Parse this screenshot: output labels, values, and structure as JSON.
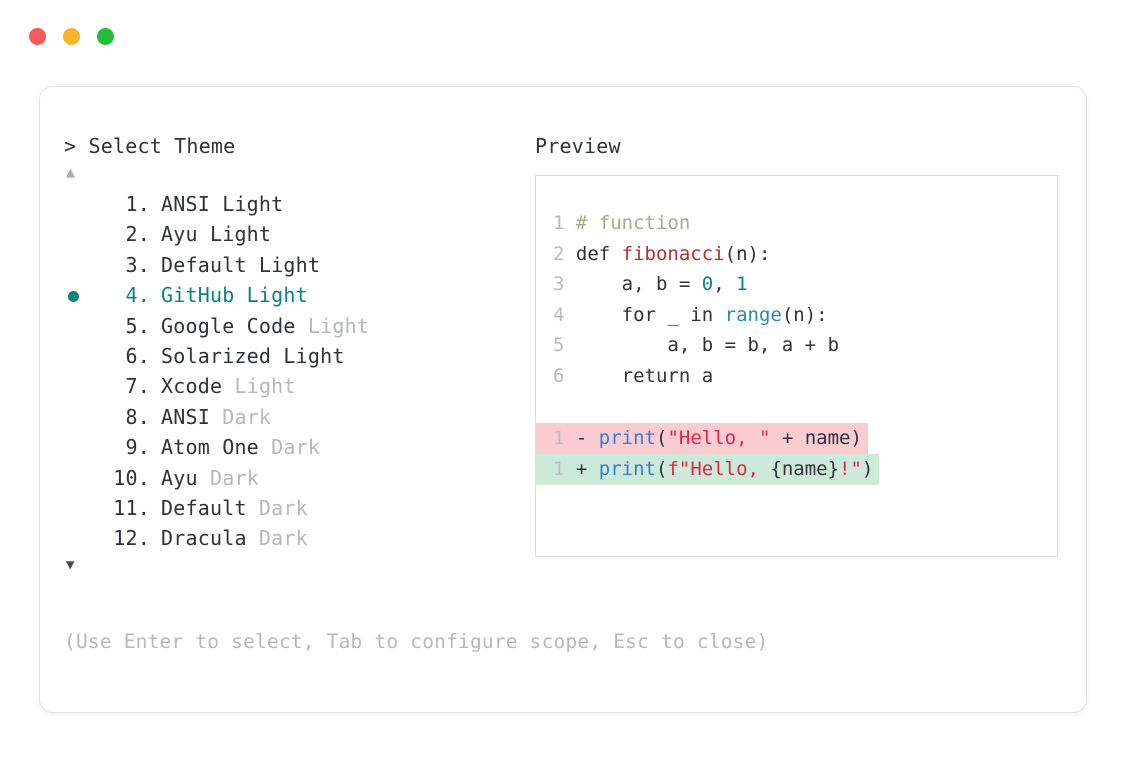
{
  "window": {
    "dots": [
      {
        "name": "close",
        "color": "#f75a5a"
      },
      {
        "name": "minimize",
        "color": "#f5b62b"
      },
      {
        "name": "maximize",
        "color": "#22bd3b"
      }
    ]
  },
  "prompt": {
    "caret": ">",
    "title": "Select Theme",
    "scroll_up": "▲",
    "scroll_down": "▼"
  },
  "themes": {
    "selected_index": 4,
    "items": [
      {
        "index": "1.",
        "name": "ANSI Light",
        "mode": "",
        "selected": false
      },
      {
        "index": "2.",
        "name": "Ayu Light",
        "mode": "",
        "selected": false
      },
      {
        "index": "3.",
        "name": "Default Light",
        "mode": "",
        "selected": false
      },
      {
        "index": "4.",
        "name": "GitHub Light",
        "mode": "",
        "selected": true
      },
      {
        "index": "5.",
        "name": "Google Code",
        "mode": "Light",
        "selected": false
      },
      {
        "index": "6.",
        "name": "Solarized Light",
        "mode": "",
        "selected": false
      },
      {
        "index": "7.",
        "name": "Xcode",
        "mode": "Light",
        "selected": false
      },
      {
        "index": "8.",
        "name": "ANSI",
        "mode": "Dark",
        "selected": false
      },
      {
        "index": "9.",
        "name": "Atom One",
        "mode": "Dark",
        "selected": false
      },
      {
        "index": "10.",
        "name": "Ayu",
        "mode": "Dark",
        "selected": false
      },
      {
        "index": "11.",
        "name": "Default",
        "mode": "Dark",
        "selected": false
      },
      {
        "index": "12.",
        "name": "Dracula",
        "mode": "Dark",
        "selected": false
      }
    ]
  },
  "preview": {
    "label": "Preview",
    "code_lines": [
      {
        "num": "1",
        "tokens": [
          {
            "t": "# function",
            "c": "t-comment"
          }
        ]
      },
      {
        "num": "2",
        "tokens": [
          {
            "t": "def ",
            "c": "t-kw"
          },
          {
            "t": "fibonacci",
            "c": "t-fn"
          },
          {
            "t": "(n):",
            "c": "t-punc"
          }
        ]
      },
      {
        "num": "3",
        "tokens": [
          {
            "t": "    a, b = ",
            "c": "t-plain"
          },
          {
            "t": "0",
            "c": "t-num"
          },
          {
            "t": ", ",
            "c": "t-plain"
          },
          {
            "t": "1",
            "c": "t-num"
          }
        ]
      },
      {
        "num": "4",
        "tokens": [
          {
            "t": "    for _ in ",
            "c": "t-plain"
          },
          {
            "t": "range",
            "c": "t-builtin"
          },
          {
            "t": "(n):",
            "c": "t-punc"
          }
        ]
      },
      {
        "num": "5",
        "tokens": [
          {
            "t": "        a, b = b, a + b",
            "c": "t-plain"
          }
        ]
      },
      {
        "num": "6",
        "tokens": [
          {
            "t": "    return a",
            "c": "t-plain"
          }
        ]
      }
    ],
    "diff_lines": [
      {
        "num": "1",
        "sign": "-",
        "kind": "del",
        "tokens": [
          {
            "t": "print",
            "c": "t-call"
          },
          {
            "t": "(",
            "c": "t-punc"
          },
          {
            "t": "\"Hello, \"",
            "c": "t-str"
          },
          {
            "t": " + name)",
            "c": "t-plain"
          }
        ]
      },
      {
        "num": "1",
        "sign": "+",
        "kind": "add",
        "tokens": [
          {
            "t": "print",
            "c": "t-call"
          },
          {
            "t": "(",
            "c": "t-punc"
          },
          {
            "t": "f\"Hello, ",
            "c": "t-str"
          },
          {
            "t": "{name}",
            "c": "t-plain"
          },
          {
            "t": "!\"",
            "c": "t-str"
          },
          {
            "t": ")",
            "c": "t-punc"
          }
        ]
      }
    ]
  },
  "footer": {
    "hint": "(Use Enter to select, Tab to configure scope, Esc to close)"
  },
  "colors": {
    "accent_teal": "#0e8182",
    "dim_text": "#b6b8bd",
    "body_text": "#30323a",
    "diff_del_bg": "#f9ccd2",
    "diff_add_bg": "#cde9d9",
    "card_border": "#e3e3e5",
    "preview_border": "#dcdcde"
  }
}
